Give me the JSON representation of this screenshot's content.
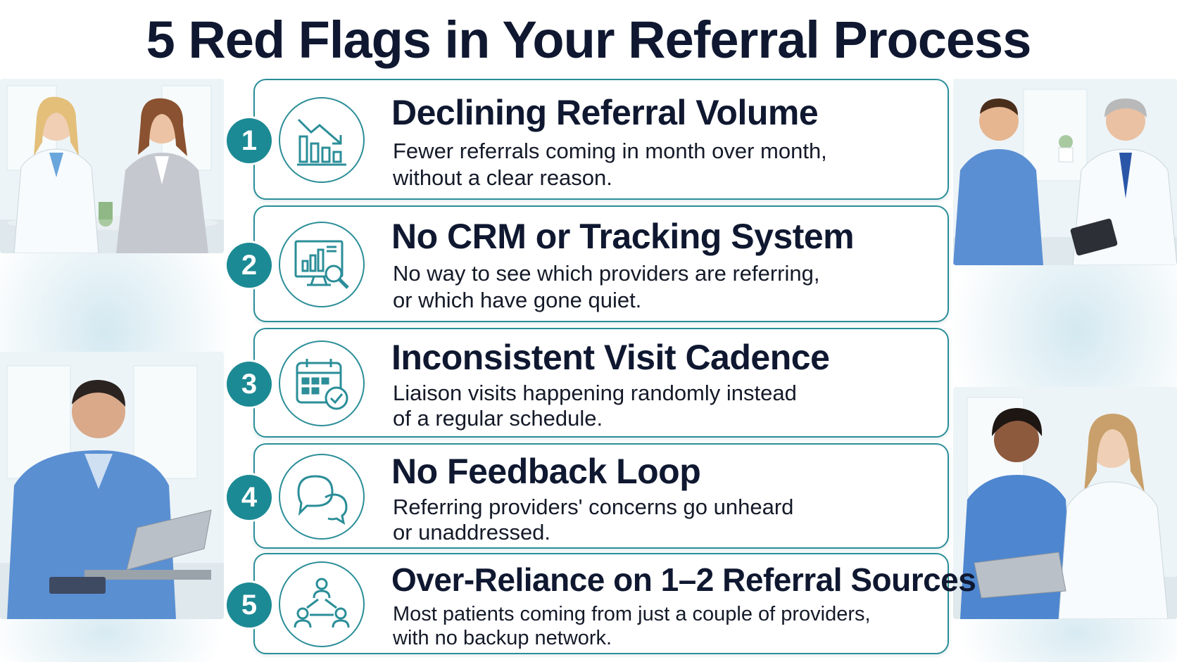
{
  "title": "5 Red Flags in Your Referral Process",
  "colors": {
    "accent": "#1c8a94",
    "border": "#2b8e98",
    "text": "#0f1830"
  },
  "flags": [
    {
      "number": "1",
      "icon": "declining-bar-chart-icon",
      "title": "Declining Referral Volume",
      "desc_line1": "Fewer referrals coming in month over month,",
      "desc_line2": "without a clear reason."
    },
    {
      "number": "2",
      "icon": "monitor-analytics-icon",
      "title": "No CRM or Tracking System",
      "desc_line1": "No way to see which providers are referring,",
      "desc_line2": "or which have gone quiet."
    },
    {
      "number": "3",
      "icon": "calendar-check-icon",
      "title": "Inconsistent Visit Cadence",
      "desc_line1": "Liaison visits happening randomly instead",
      "desc_line2": "of a regular schedule."
    },
    {
      "number": "4",
      "icon": "chat-bubbles-icon",
      "title": "No Feedback Loop",
      "desc_line1": "Referring providers' concerns go unheard",
      "desc_line2": "or unaddressed."
    },
    {
      "number": "5",
      "icon": "network-people-icon",
      "title": "Over-Reliance on 1–2 Referral Sources",
      "desc_line1": "Most patients coming from just a couple of providers,",
      "desc_line2": "with no backup network."
    }
  ]
}
